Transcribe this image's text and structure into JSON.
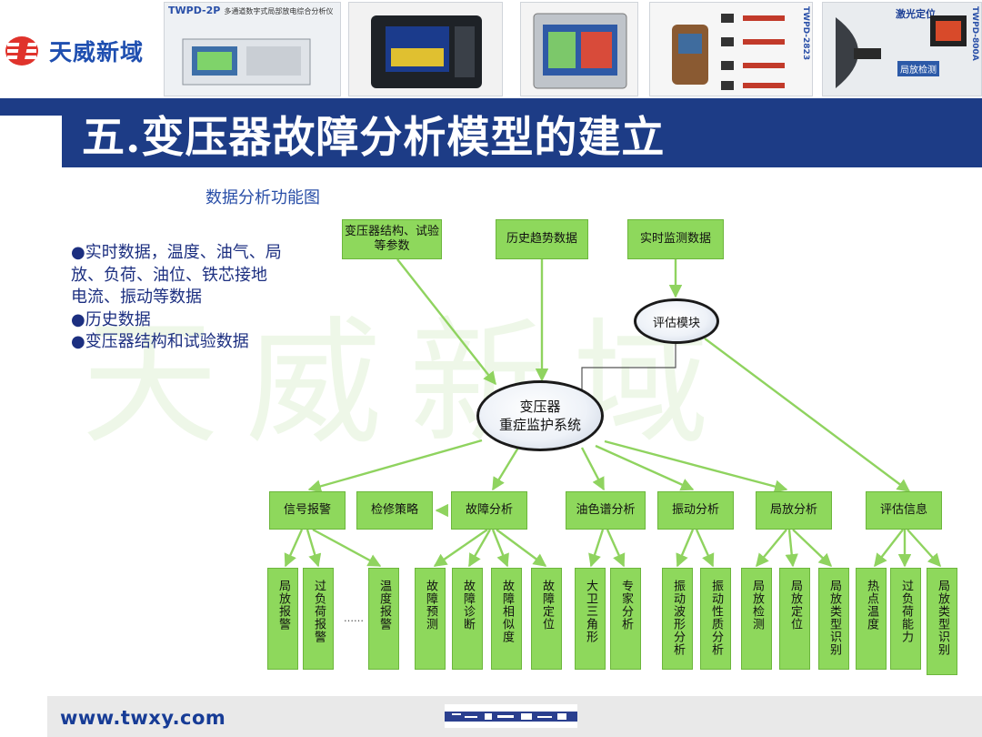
{
  "header": {
    "company_name": "天威新域",
    "products": [
      {
        "model": "TWPD-2P",
        "subtitle": "多通道数字式局部放电综合分析仪"
      },
      {
        "model": "",
        "subtitle": ""
      },
      {
        "model": "",
        "subtitle": ""
      },
      {
        "model": "TWPD-2823",
        "subtitle": ""
      },
      {
        "model": "TWPD-800A",
        "subtitle": "激光定位",
        "extra": "局放检测"
      }
    ]
  },
  "slide": {
    "title": "五.变压器故障分析模型的建立",
    "watermark": "天威新域"
  },
  "diagram": {
    "title": "数据分析功能图",
    "bullets": [
      "●实时数据，温度、油气、局放、负荷、油位、铁芯接地电流、振动等数据",
      "●历史数据",
      "●变压器结构和试验数据"
    ],
    "top_inputs": [
      "变压器结构、试验等参数",
      "历史趋势数据",
      "实时监测数据"
    ],
    "eval_module": "评估模块",
    "center_line1": "变压器",
    "center_line2": "重症监护系统",
    "level2": [
      "信号报警",
      "检修策略",
      "故障分析",
      "油色谱分析",
      "振动分析",
      "局放分析",
      "评估信息"
    ],
    "level3": [
      "局放报警",
      "过负荷报警",
      "温度报警",
      "故障预测",
      "故障诊断",
      "故障相似度",
      "故障定位",
      "大卫三角形",
      "专家分析",
      "振动波形分析",
      "振动性质分析",
      "局放检测",
      "局放定位",
      "局放类型识别",
      "热点温度",
      "过负荷能力",
      "局放类型识别"
    ],
    "ellipsis": "……"
  },
  "footer": {
    "url": "www.twxy.com"
  },
  "colors": {
    "title_bar": "#1d3c86",
    "box_green": "#8ed85c",
    "arrow_green": "#8fd35f",
    "text_blue": "#1c2f80"
  }
}
